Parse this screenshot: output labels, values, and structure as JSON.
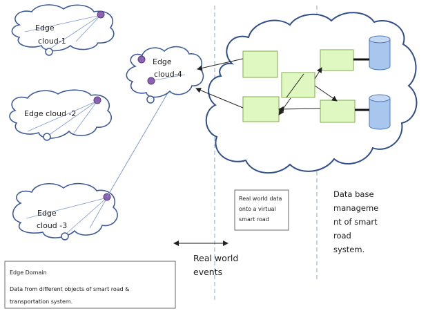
{
  "edge_clouds": {
    "cloud1": {
      "line1": "Edge",
      "line2": "cloud-1"
    },
    "cloud2": {
      "line1": "Edge cloud -2"
    },
    "cloud3": {
      "line1": "Edge",
      "line2": "cloud -3"
    },
    "cloud4": {
      "line1": "Edge",
      "line2": "cloud-4"
    }
  },
  "real_world_data": [
    "Real world data",
    "onto a virtual",
    "smart road"
  ],
  "database_text": [
    "Data base",
    "manageme",
    "nt of smart",
    "road",
    "system."
  ],
  "real_world_events": [
    "Real world",
    "events"
  ],
  "edge_domain": {
    "title": "Edge Domain",
    "line1": "Data from different objects of smart road &",
    "line2": "transportation system."
  },
  "colors": {
    "box_fill": "#dff7c0",
    "box_stroke": "#7fae4a",
    "db_fill": "#a9c6ee",
    "db_stroke": "#4f78b5",
    "node_fill": "#8a62b3",
    "divider": "#8fa6c8"
  }
}
